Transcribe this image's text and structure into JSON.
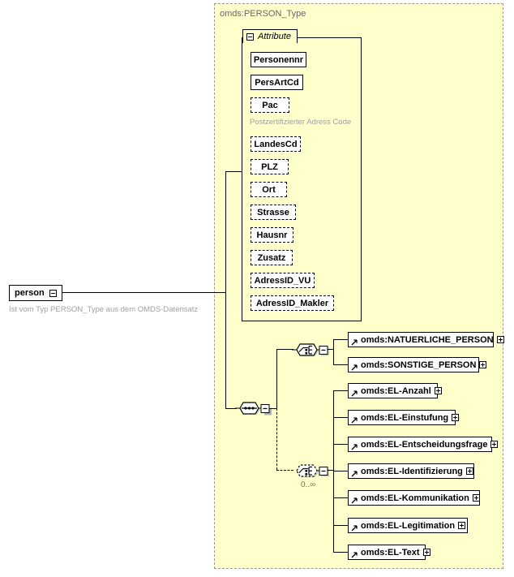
{
  "diagram": {
    "kind": "xsd-schema-diagram",
    "root_element": {
      "name": "person",
      "toggle": "collapse",
      "annotation": "Ist vom Typ PERSON_Type aus dem OMDS-Datensatz"
    },
    "complex_type": {
      "title": "omds:PERSON_Type",
      "background": "#ffffcc",
      "border": "#999999"
    },
    "attribute_panel": {
      "tab_label": "Attribute",
      "tab_toggle": "collapse",
      "attributes": [
        {
          "name": "Personennr",
          "use": "required",
          "annotation": ""
        },
        {
          "name": "PersArtCd",
          "use": "required",
          "annotation": ""
        },
        {
          "name": "Pac",
          "use": "optional",
          "annotation": "Postzertifizierter Adress Code"
        },
        {
          "name": "LandesCd",
          "use": "optional",
          "annotation": ""
        },
        {
          "name": "PLZ",
          "use": "optional",
          "annotation": ""
        },
        {
          "name": "Ort",
          "use": "optional",
          "annotation": ""
        },
        {
          "name": "Strasse",
          "use": "optional",
          "annotation": ""
        },
        {
          "name": "Hausnr",
          "use": "optional",
          "annotation": ""
        },
        {
          "name": "Zusatz",
          "use": "optional",
          "annotation": ""
        },
        {
          "name": "AdressID_VU",
          "use": "optional",
          "annotation": ""
        },
        {
          "name": "AdressID_Makler",
          "use": "optional",
          "annotation": ""
        }
      ]
    },
    "content_model": {
      "sequence": {
        "type": "sequence",
        "occurrence": ""
      },
      "branches": [
        {
          "compositor": {
            "type": "choice",
            "style": "solid",
            "occurrence": "",
            "toggle": "collapse"
          },
          "elements": [
            {
              "name": "omds:NATUERLICHE_PERSON",
              "toggle": "expand"
            },
            {
              "name": "omds:SONSTIGE_PERSON",
              "toggle": "expand"
            }
          ]
        },
        {
          "compositor": {
            "type": "choice",
            "style": "dashed",
            "occurrence": "0..∞",
            "toggle": "collapse"
          },
          "elements": [
            {
              "name": "omds:EL-Anzahl",
              "toggle": "expand"
            },
            {
              "name": "omds:EL-Einstufung",
              "toggle": "expand"
            },
            {
              "name": "omds:EL-Entscheidungsfrage",
              "toggle": "expand"
            },
            {
              "name": "omds:EL-Identifizierung",
              "toggle": "expand"
            },
            {
              "name": "omds:EL-Kommunikation",
              "toggle": "expand"
            },
            {
              "name": "omds:EL-Legitimation",
              "toggle": "expand"
            },
            {
              "name": "omds:EL-Text",
              "toggle": "expand"
            }
          ]
        }
      ]
    }
  }
}
